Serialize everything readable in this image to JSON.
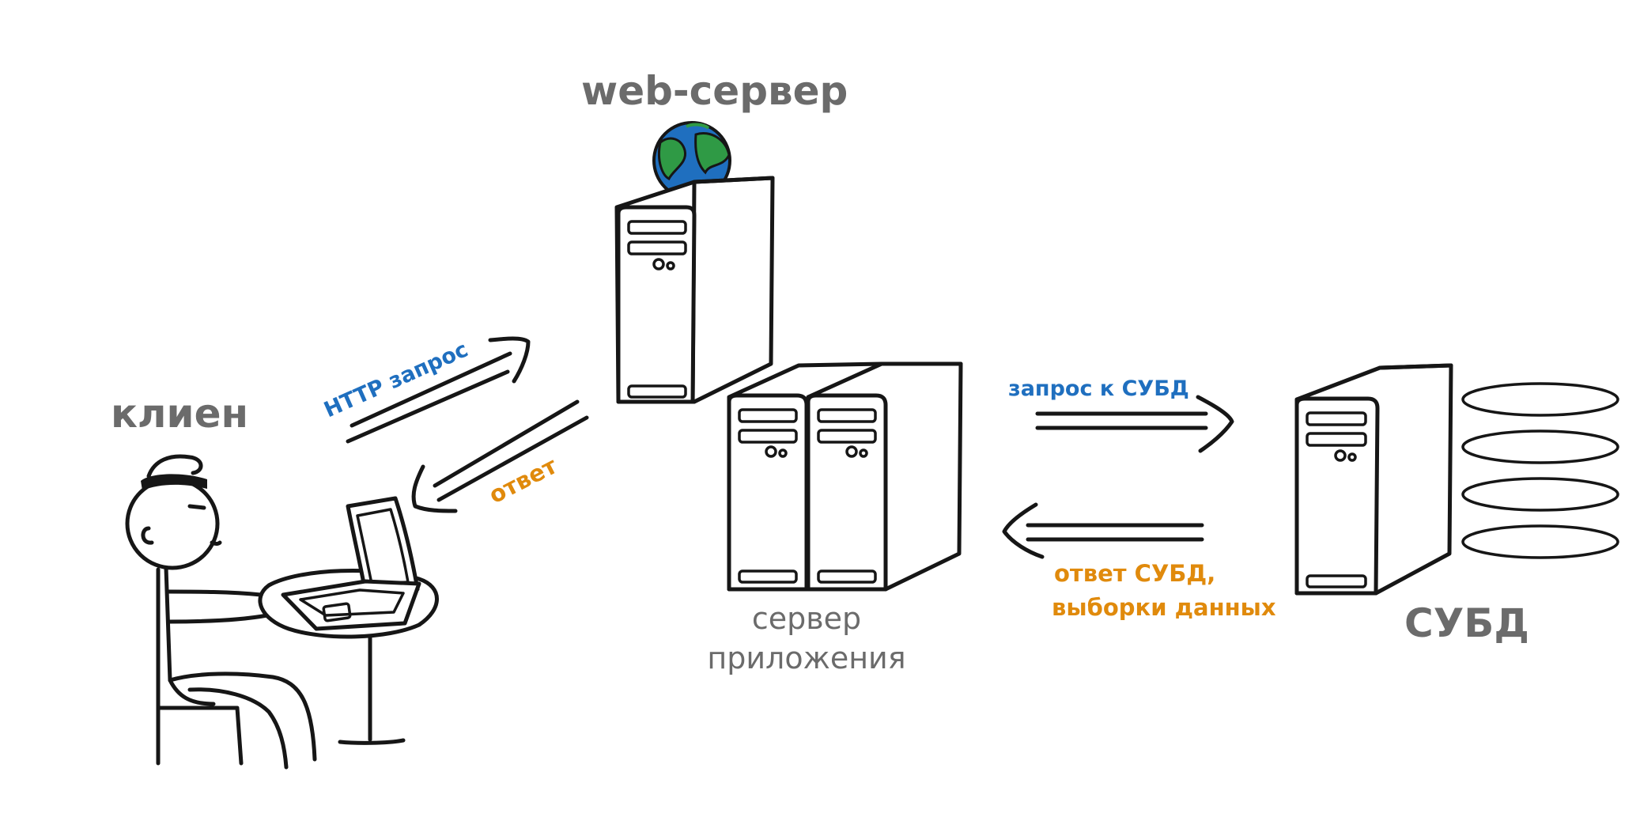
{
  "labels": {
    "web_server": "web-сервер",
    "client": "клиен",
    "app_server_line1": "сервер",
    "app_server_line2": "приложения",
    "dbms": "СУБД",
    "http_request": "HTTP запрос",
    "response": "ответ",
    "dbms_request": "запрос к СУБД",
    "dbms_response_line1": "ответ СУБД,",
    "dbms_response_line2": "выборки данных"
  },
  "colors": {
    "ink": "#161616",
    "label_gray": "#6b6b6b",
    "request_blue": "#1f6fbf",
    "response_orange": "#e08a0c",
    "globe_ocean": "#1f6fbf",
    "globe_land": "#2f9a45"
  },
  "icons": [
    "globe-icon",
    "server-tower-icon",
    "database-disk-icon",
    "laptop-icon",
    "stick-figure-person"
  ]
}
